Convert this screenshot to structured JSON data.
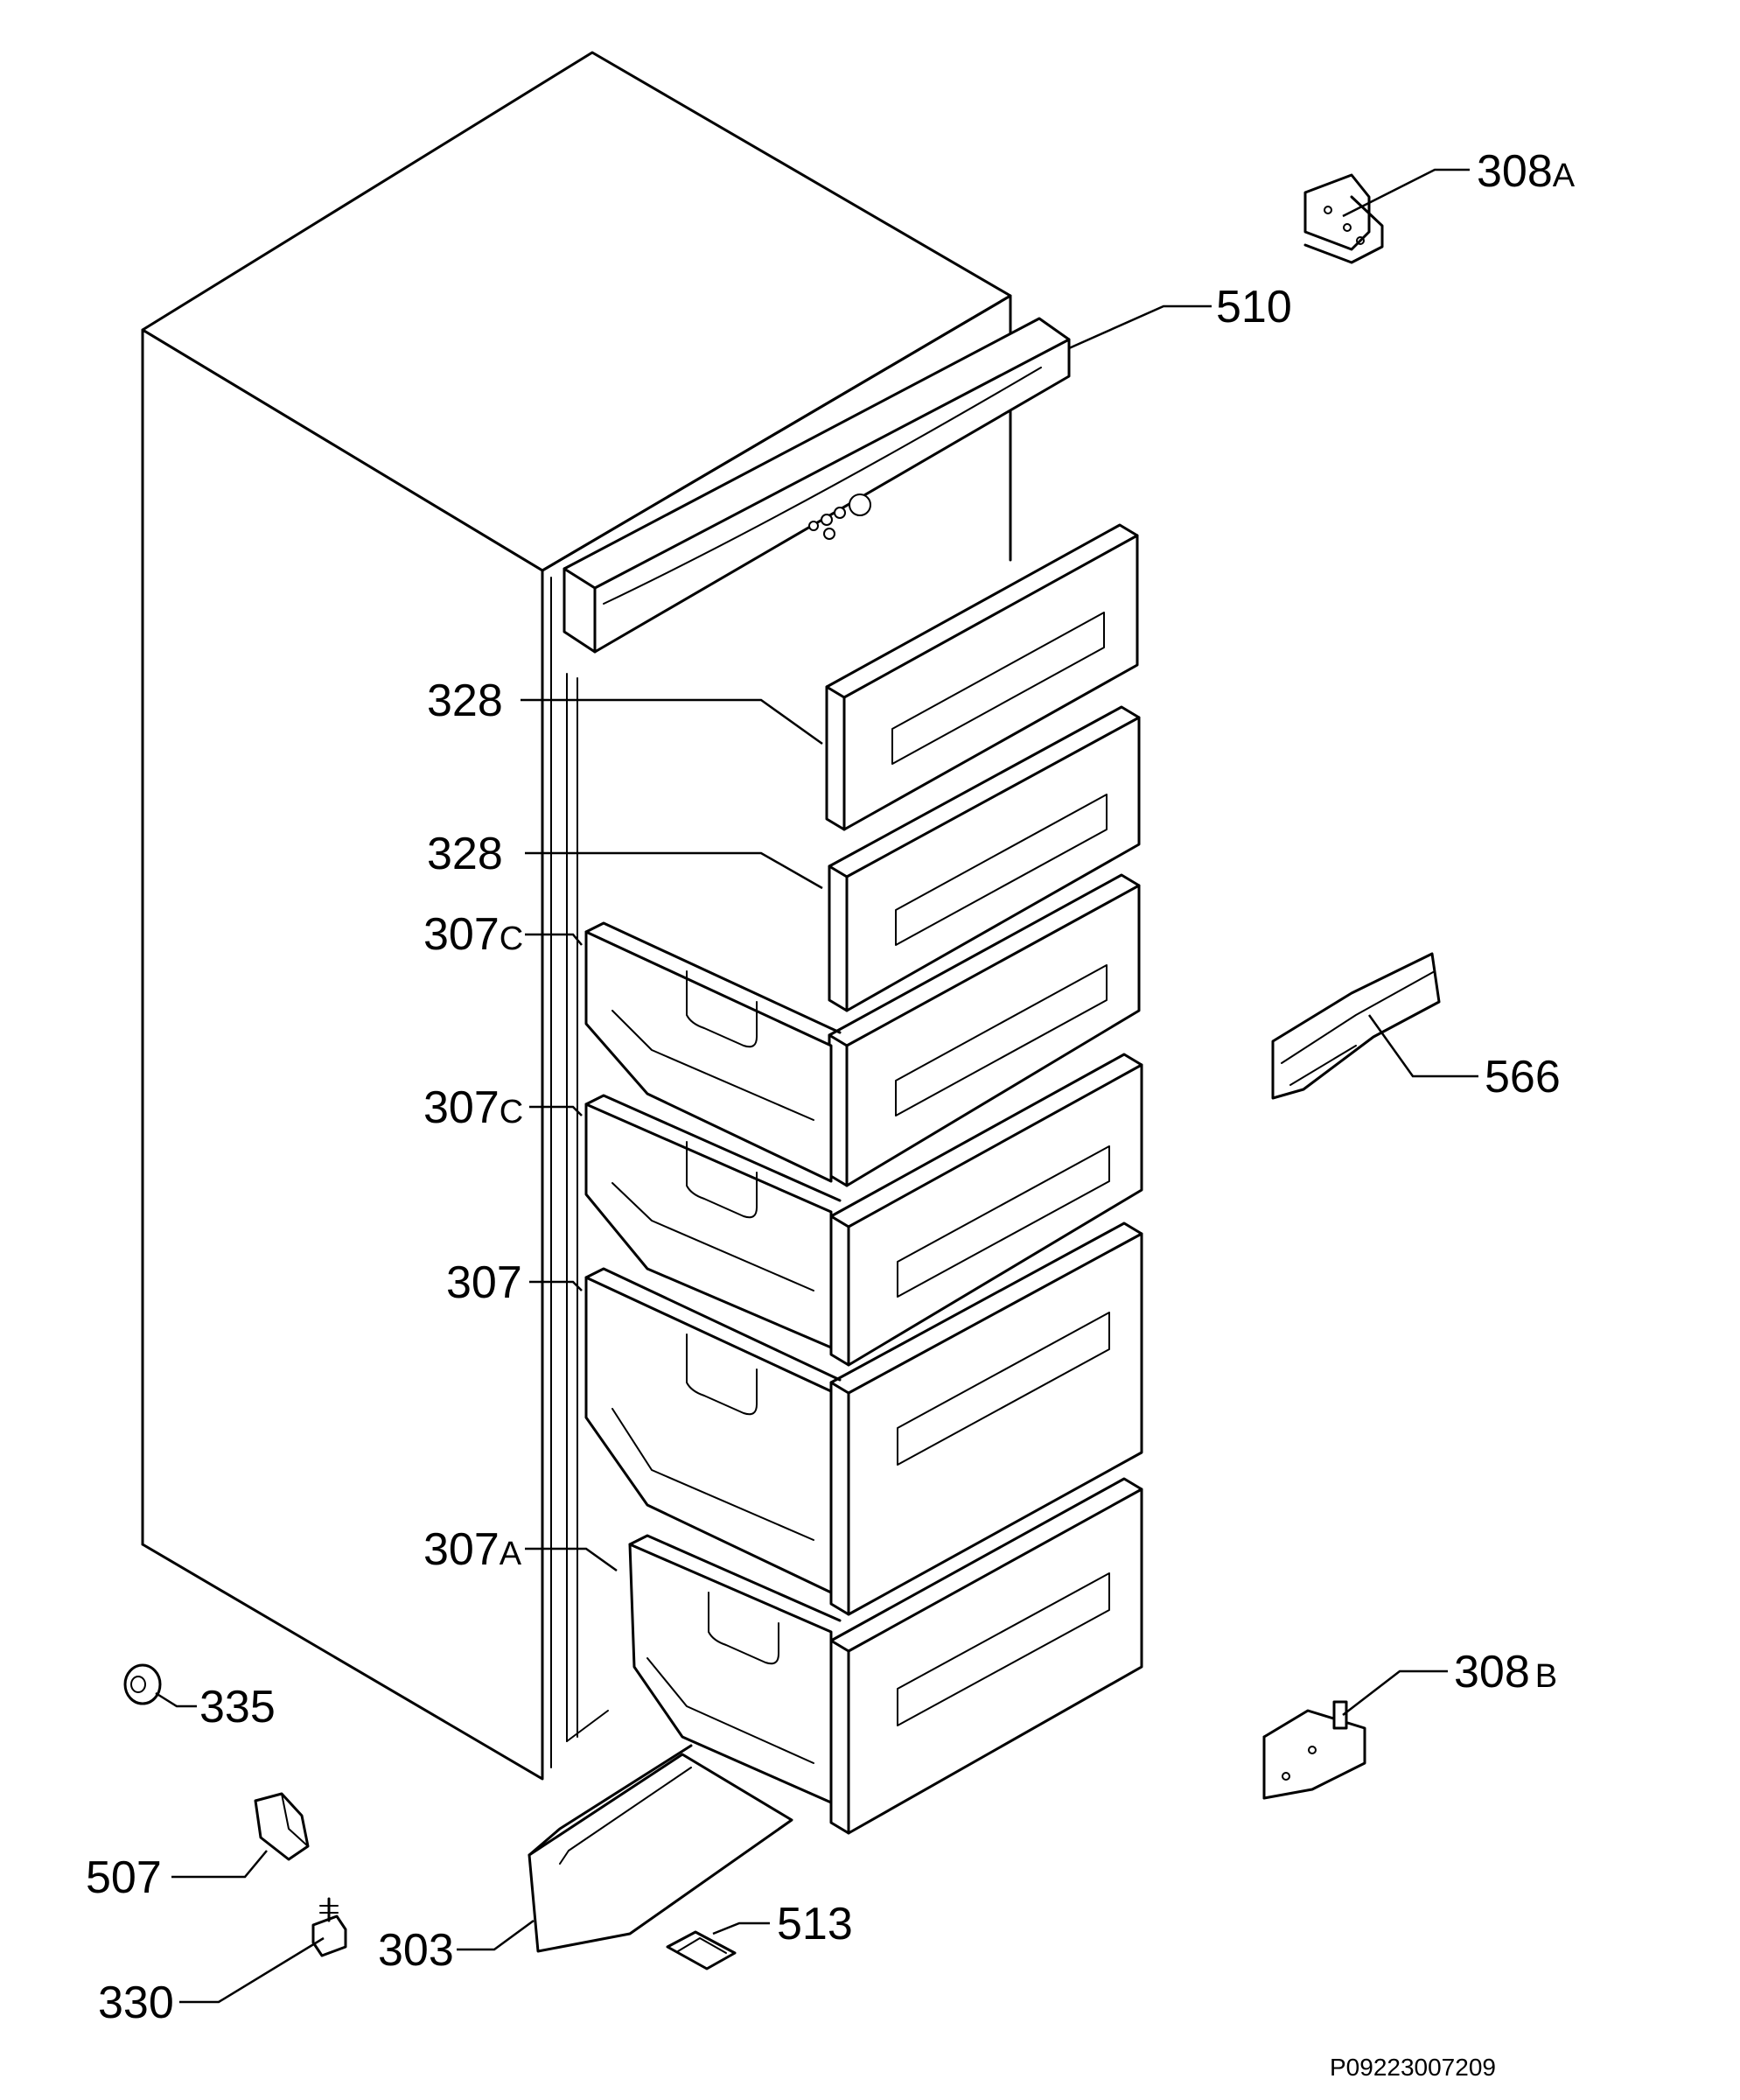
{
  "diagram": {
    "document_id": "P09223007209",
    "parts": [
      {
        "id": "308A",
        "number": "308",
        "suffix": "A"
      },
      {
        "id": "510",
        "number": "510",
        "suffix": ""
      },
      {
        "id": "328-upper",
        "number": "328",
        "suffix": ""
      },
      {
        "id": "328-lower",
        "number": "328",
        "suffix": ""
      },
      {
        "id": "307C-upper",
        "number": "307",
        "suffix": "C"
      },
      {
        "id": "307C-lower",
        "number": "307",
        "suffix": "C"
      },
      {
        "id": "307",
        "number": "307",
        "suffix": ""
      },
      {
        "id": "307A",
        "number": "307",
        "suffix": "A"
      },
      {
        "id": "566",
        "number": "566",
        "suffix": ""
      },
      {
        "id": "308B",
        "number": "308",
        "suffix": "B"
      },
      {
        "id": "335",
        "number": "335",
        "suffix": ""
      },
      {
        "id": "507",
        "number": "507",
        "suffix": ""
      },
      {
        "id": "303",
        "number": "303",
        "suffix": ""
      },
      {
        "id": "513",
        "number": "513",
        "suffix": ""
      },
      {
        "id": "330",
        "number": "330",
        "suffix": ""
      }
    ]
  }
}
